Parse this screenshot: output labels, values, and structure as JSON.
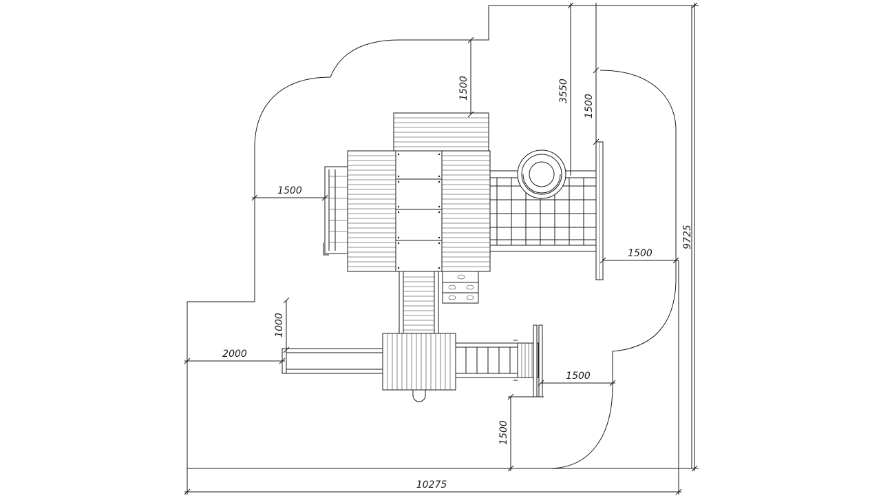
{
  "dimensions": {
    "total_width": "10275",
    "total_height": "9725",
    "top_clearance": "1500",
    "slide_to_boundary": "3550",
    "right_top_clearance": "1500",
    "left_clearance": "1500",
    "right_clearance": "1500",
    "lower_left_offset": "1000",
    "lower_left_width": "2000",
    "bottom_right_clearance": "1500",
    "bottom_clearance": "1500"
  }
}
